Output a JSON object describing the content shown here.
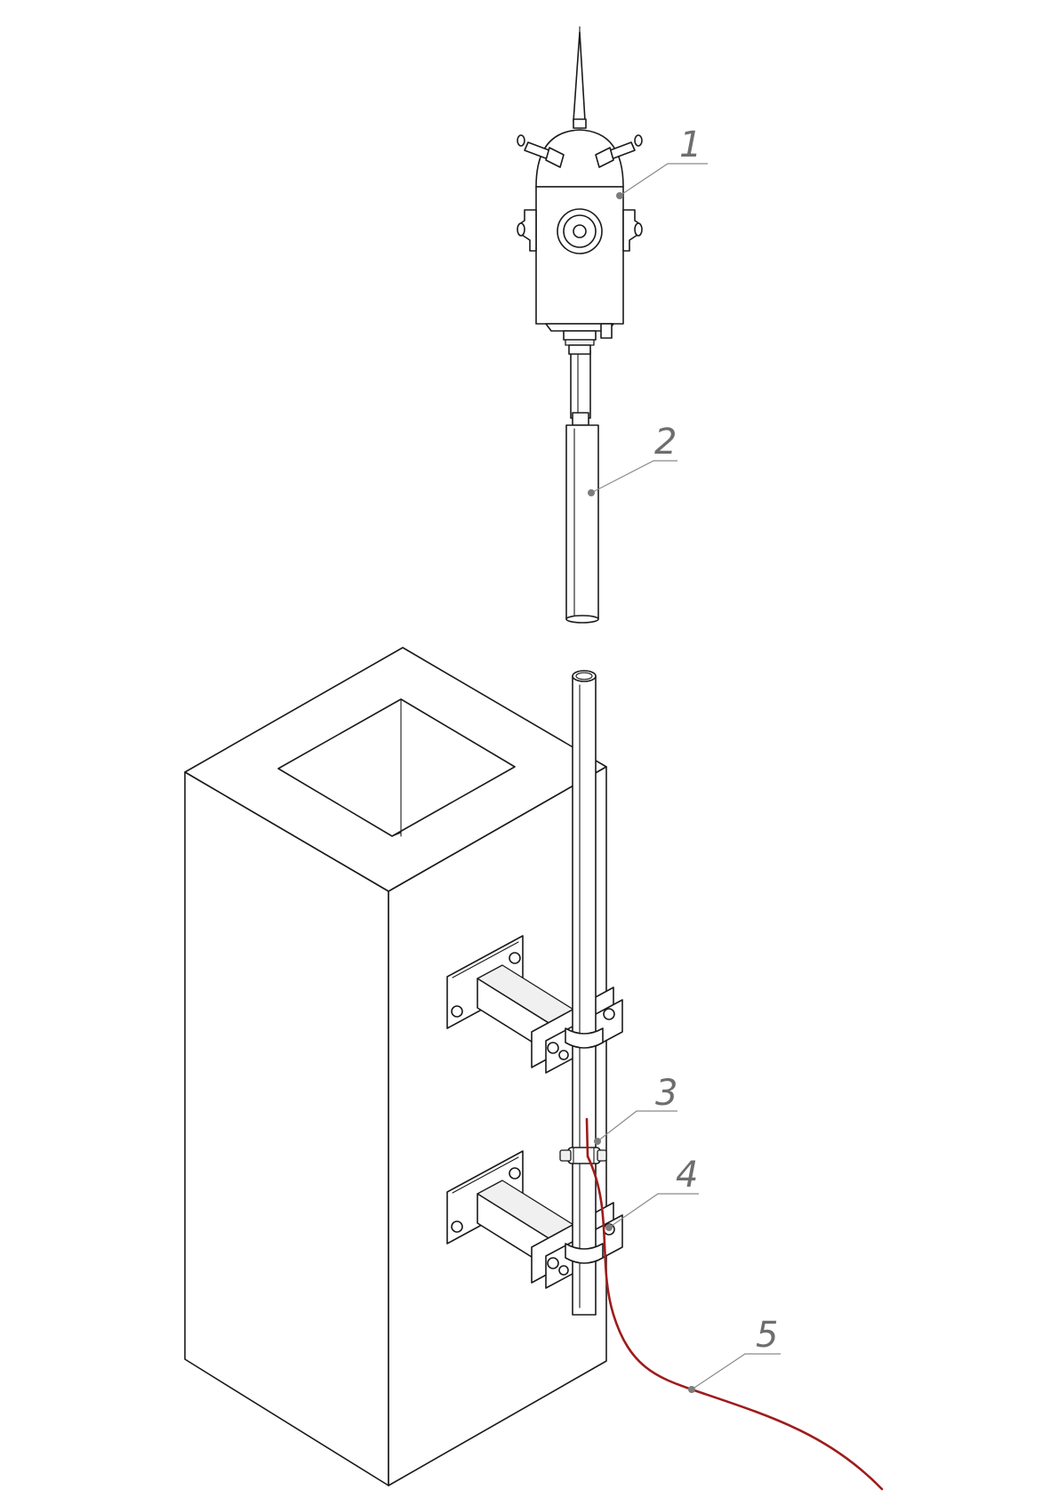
{
  "callouts": [
    {
      "id": "1",
      "label": "1",
      "part": "lightning-rod-head"
    },
    {
      "id": "2",
      "label": "2",
      "part": "extension-rod"
    },
    {
      "id": "3",
      "label": "3",
      "part": "conductor-clamp"
    },
    {
      "id": "4",
      "label": "4",
      "part": "mast-bracket"
    },
    {
      "id": "5",
      "label": "5",
      "part": "down-conductor-cable"
    }
  ],
  "colors": {
    "line": "#1a1a1a",
    "leader": "#8a8a8a",
    "callout_text": "#6e6e6e",
    "cable": "#9e1c1c",
    "background": "#ffffff"
  }
}
